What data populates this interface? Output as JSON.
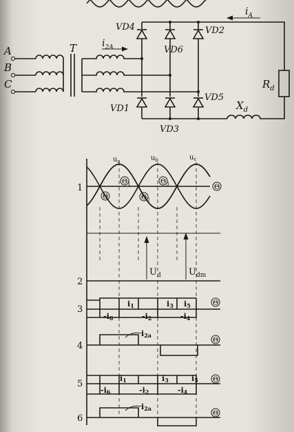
{
  "circuit": {
    "phases": [
      "A",
      "B",
      "C"
    ],
    "transformer": "T",
    "secondary_current": "i",
    "secondary_current_sub": "2A",
    "line_current": "i",
    "line_current_sub": "A",
    "diodes": {
      "vd1": "VD1",
      "vd2": "VD2",
      "vd3": "VD3",
      "vd4": "VD4",
      "vd5": "VD5",
      "vd6": "VD6"
    },
    "resistor": "R",
    "resistor_sub": "d",
    "inductor": "X",
    "inductor_sub": "d"
  },
  "waveforms": {
    "row_labels": [
      "1",
      "2",
      "3",
      "4",
      "5",
      "6"
    ],
    "phase_voltages": [
      "u",
      "u",
      "u"
    ],
    "phase_voltage_subs": [
      "a",
      "b",
      "c"
    ],
    "theta_labels": [
      "Θ",
      "Θ",
      "Θ",
      "Θ"
    ],
    "theta_subs": [
      "1",
      "2",
      "3",
      ""
    ],
    "axis_symbol": "Θ",
    "ud_label": "U",
    "ud_sub": "d",
    "udm_label": "U",
    "udm_sub": "dm",
    "row3_pos": [
      "i",
      "i",
      "i"
    ],
    "row3_pos_subs": [
      "1",
      "3",
      "5"
    ],
    "row3_neg": [
      "-i",
      "-i",
      "-i"
    ],
    "row3_neg_subs": [
      "6",
      "2",
      "4"
    ],
    "row4_label": "i",
    "row4_sub": "2a",
    "row5_pos": [
      "i",
      "i",
      "i"
    ],
    "row5_pos_subs": [
      "1",
      "3",
      "5"
    ],
    "row5_neg": [
      "-i",
      "-i",
      "-i"
    ],
    "row5_neg_subs": [
      "6",
      "2",
      "4"
    ],
    "row6_label": "i",
    "row6_sub": "2a"
  }
}
